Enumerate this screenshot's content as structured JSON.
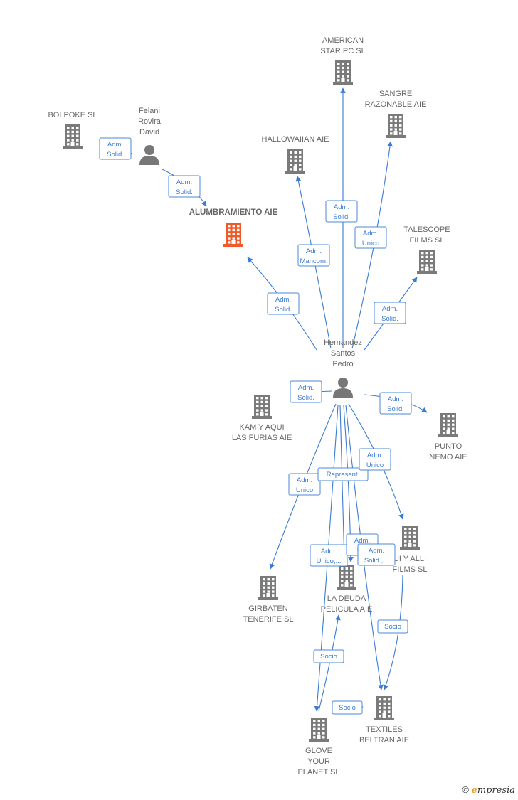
{
  "nodes": [
    {
      "id": "american",
      "type": "company",
      "lines": [
        "AMERICAN",
        "STAR PC  SL"
      ],
      "highlight": false
    },
    {
      "id": "sangre",
      "type": "company",
      "lines": [
        "SANGRE",
        "RAZONABLE AIE"
      ],
      "highlight": false
    },
    {
      "id": "bolpoke",
      "type": "company",
      "lines": [
        "BOLPOKE  SL"
      ],
      "highlight": false
    },
    {
      "id": "felani",
      "type": "person",
      "lines": [
        "Felani",
        "Rovira",
        "David"
      ],
      "highlight": false
    },
    {
      "id": "hallowaiian",
      "type": "company",
      "lines": [
        "HALLOWAIIAN AIE"
      ],
      "highlight": false
    },
    {
      "id": "alumbramiento",
      "type": "company",
      "lines": [
        "ALUMBRAMIENTO AIE"
      ],
      "highlight": true
    },
    {
      "id": "talescope",
      "type": "company",
      "lines": [
        "TALESCOPE",
        "FILMS  SL"
      ],
      "highlight": false
    },
    {
      "id": "hernandez",
      "type": "person",
      "lines": [
        "Hernandez",
        "Santos",
        "Pedro"
      ],
      "highlight": false
    },
    {
      "id": "kam",
      "type": "company",
      "lines": [
        "KAM Y AQUI",
        "LAS FURIAS AIE"
      ],
      "highlight": false
    },
    {
      "id": "punto",
      "type": "company",
      "lines": [
        "PUNTO",
        "NEMO AIE"
      ],
      "highlight": false
    },
    {
      "id": "aqui",
      "type": "company",
      "lines": [
        "UI Y ALLI",
        "FILMS SL"
      ],
      "highlight": false
    },
    {
      "id": "deuda",
      "type": "company",
      "lines": [
        "LA DEUDA",
        "PELICULA AIE"
      ],
      "highlight": false
    },
    {
      "id": "girbaten",
      "type": "company",
      "lines": [
        "GIRBATEN",
        "TENERIFE SL"
      ],
      "highlight": false
    },
    {
      "id": "textiles",
      "type": "company",
      "lines": [
        "TEXTILES",
        "BELTRAN AIE"
      ],
      "highlight": false
    },
    {
      "id": "glove",
      "type": "company",
      "lines": [
        "GLOVE",
        "YOUR",
        "PLANET SL"
      ],
      "highlight": false
    }
  ],
  "edges": [
    {
      "id": "e1",
      "lines": [
        "Adm.",
        "Solid."
      ]
    },
    {
      "id": "e2",
      "lines": [
        "Adm.",
        "Solid."
      ]
    },
    {
      "id": "e3",
      "lines": [
        "Adm.",
        "Solid."
      ]
    },
    {
      "id": "e4",
      "lines": [
        "Adm.",
        "Mancom."
      ]
    },
    {
      "id": "e5",
      "lines": [
        "Adm.",
        "Solid."
      ]
    },
    {
      "id": "e6",
      "lines": [
        "Adm.",
        "Unico"
      ]
    },
    {
      "id": "e7",
      "lines": [
        "Adm.",
        "Solid."
      ]
    },
    {
      "id": "e8",
      "lines": [
        "Adm.",
        "Solid."
      ]
    },
    {
      "id": "e9",
      "lines": [
        "Adm.",
        "Solid."
      ]
    },
    {
      "id": "e10",
      "lines": [
        "Adm.",
        "Unico"
      ]
    },
    {
      "id": "e11",
      "lines": [
        "Represent."
      ]
    },
    {
      "id": "e12",
      "lines": [
        "Adm.",
        "Unico"
      ]
    },
    {
      "id": "e13",
      "lines": [
        "Adm.",
        "Unico,..."
      ]
    },
    {
      "id": "e14",
      "lines": [
        "Adm.",
        "U..."
      ]
    },
    {
      "id": "e15",
      "lines": [
        "Adm.",
        "Solid.,..."
      ]
    },
    {
      "id": "e16",
      "lines": [
        "Socio"
      ]
    },
    {
      "id": "e17",
      "lines": [
        "Socio"
      ]
    },
    {
      "id": "e18",
      "lines": [
        "Socio"
      ]
    }
  ],
  "colors": {
    "edge": "#3a7bd5",
    "building": "#7a7a7a",
    "highlight": "#f05a28",
    "person": "#777777"
  },
  "footer": {
    "symbol": "©",
    "brand_initial": "e",
    "brand_rest": "mpresia"
  }
}
